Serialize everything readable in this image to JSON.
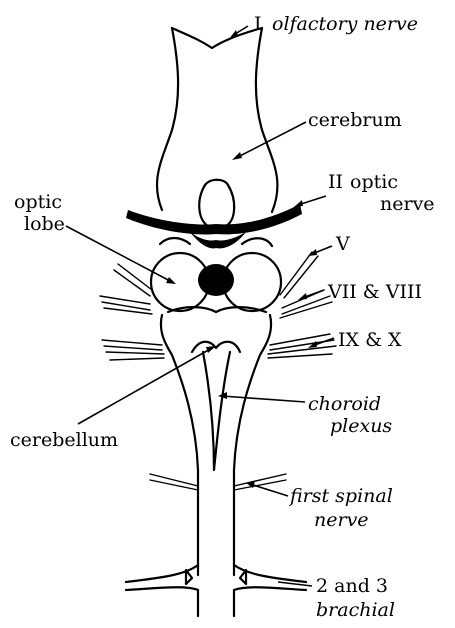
{
  "labels": {
    "olfactory_numeral": "I",
    "olfactory_text": "olfactory nerve",
    "cerebrum": "cerebrum",
    "optic_nerve_numeral": "II",
    "optic_nerve_word1": "optic",
    "optic_nerve_word2": "nerve",
    "optic_lobe_line1": "optic",
    "optic_lobe_line2": "lobe",
    "nerve_v": "V",
    "nerve_vii_viii": "VII & VIII",
    "nerve_ix_x": "IX & X",
    "cerebellum": "cerebellum",
    "choroid_line1": "choroid",
    "choroid_line2": "plexus",
    "spinal_line1": "first spinal",
    "spinal_line2": "nerve",
    "brachial_line1": "2 and 3",
    "brachial_line2": "brachial"
  }
}
